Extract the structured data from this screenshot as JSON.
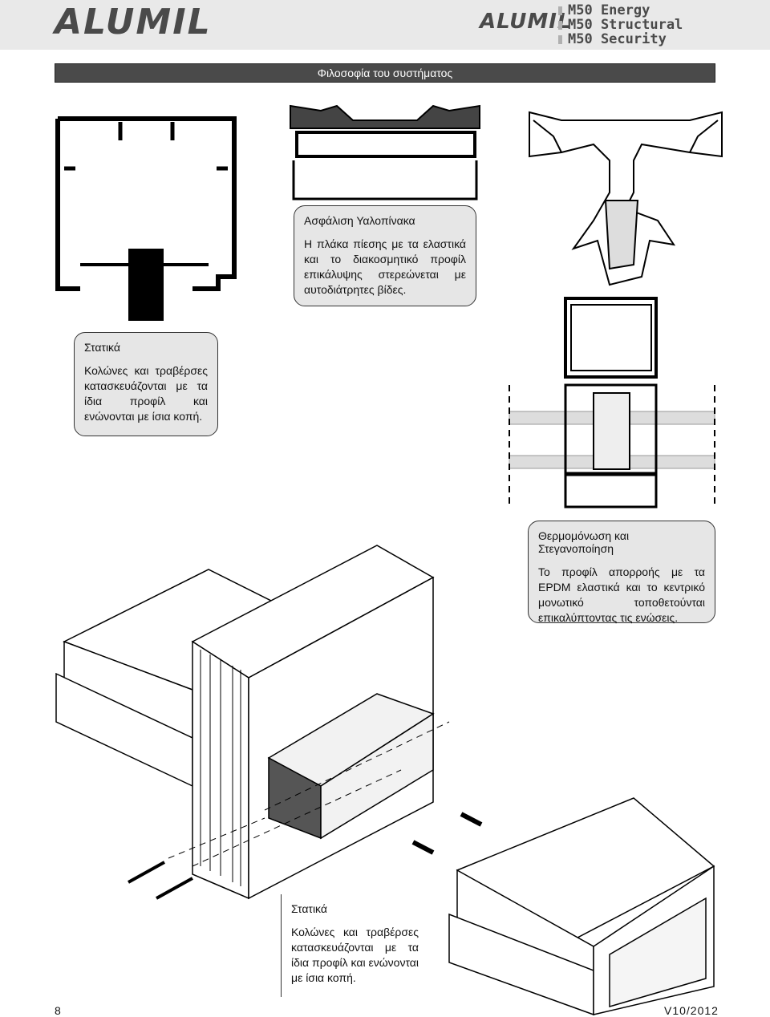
{
  "header": {
    "brand_left": "ALUMIL",
    "brand_right": "ALUMIL",
    "series": [
      "M50 Energy",
      "M50 Structural",
      "M50 Security"
    ]
  },
  "section_title": "Φιλοσοφία του συστήματος",
  "callouts": {
    "glass_lock": {
      "title": "Ασφάλιση Υαλοπίνακα",
      "body": "Η πλάκα πίεσης με τα ελαστικά και το διακοσμητικό προφίλ επικάλυψης στερεώνεται με αυτοδιάτρητες βίδες."
    },
    "statics_top": {
      "title": "Στατικά",
      "body": "Κολώνες και τραβέρσες κατασκευάζονται με τα ίδια προφίλ και ενώνονται με ίσια κοπή."
    },
    "insulation": {
      "title": "Θερμομόνωση και Στεγανοποίηση",
      "body": "Το προφίλ απορροής με τα EPDM ελαστικά και το κεντρικό μονωτικό τοποθετούνται επικαλύπτοντας τις ενώσεις."
    },
    "statics_bottom": {
      "title": "Στατικά",
      "body": "Κολώνες και τραβέρσες κατασκευάζονται με τα ίδια προφίλ και ενώνονται με ίσια κοπή."
    }
  },
  "footer": {
    "page_number": "8",
    "version": "V10/2012"
  }
}
